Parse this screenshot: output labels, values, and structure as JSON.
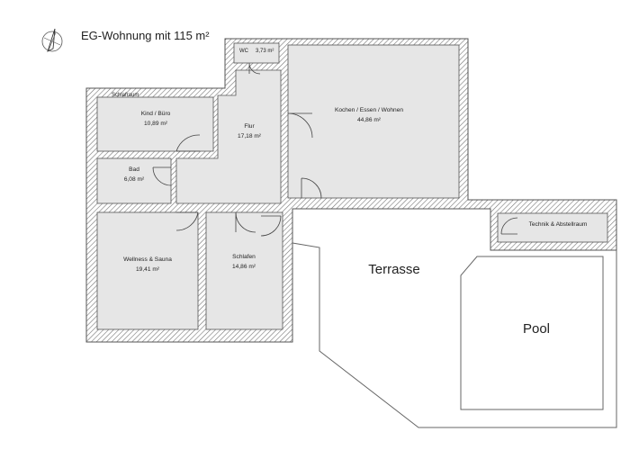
{
  "title": "EG-Wohnung mit 115 m²",
  "icons": {
    "compass": "north-arrow-icon"
  },
  "colors": {
    "wall": "#555555",
    "room_fill": "#e6e6e6",
    "hatch": "#777777",
    "outline": "#666666"
  },
  "rooms": {
    "wc": {
      "name": "WC",
      "area": "3,73 m²"
    },
    "kitchen": {
      "name": "Kochen / Essen / Wohnen",
      "area": "44,86 m²"
    },
    "child": {
      "name": "Kind / Büro",
      "area": "10,89 m²"
    },
    "corridor": {
      "name": "Flur",
      "area": "17,18 m²"
    },
    "bath": {
      "name": "Bad",
      "area": "6,08 m²"
    },
    "wellness": {
      "name": "Wellness & Sauna",
      "area": "19,41 m²"
    },
    "bedroom": {
      "name": "Schlafen",
      "area": "14,86 m²"
    },
    "tech": {
      "name": "Technik & Abstellraum"
    }
  },
  "labels": {
    "bedroom_wing": "Schlafraum",
    "terrace": "Terrasse",
    "pool": "Pool"
  }
}
